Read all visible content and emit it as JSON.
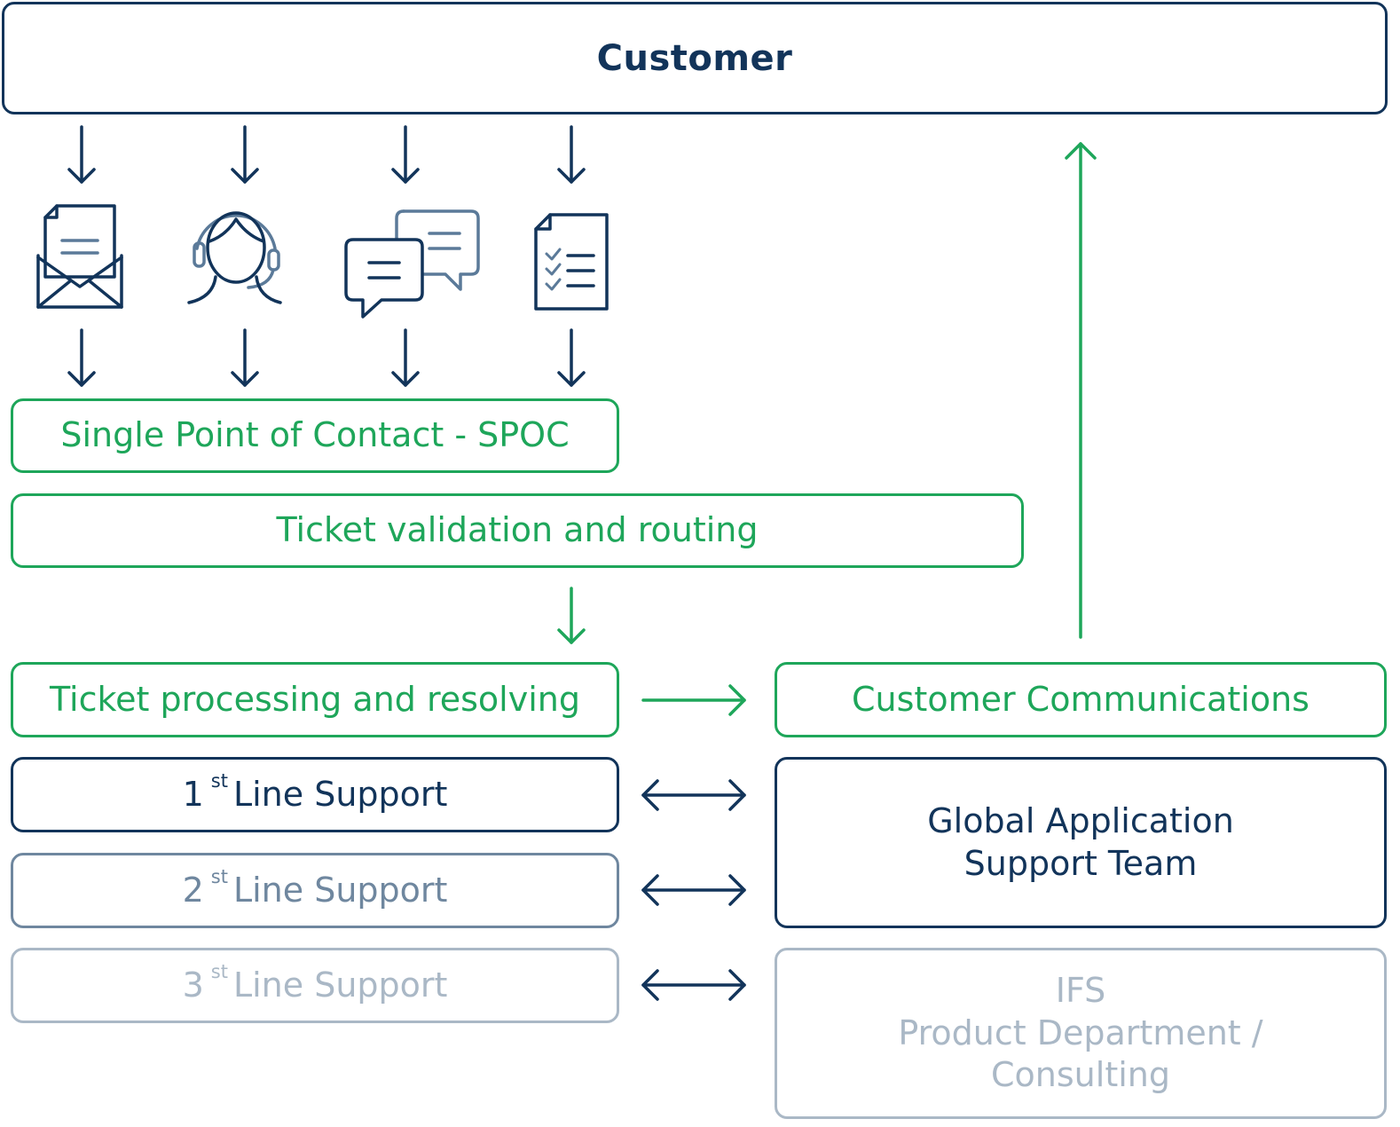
{
  "customer": {
    "title": "Customer"
  },
  "channels": [
    {
      "icon": "email-envelope-icon"
    },
    {
      "icon": "headset-agent-icon"
    },
    {
      "icon": "chat-bubbles-icon"
    },
    {
      "icon": "checklist-form-icon"
    }
  ],
  "spoc": {
    "label": "Single Point of Contact - SPOC"
  },
  "validation": {
    "label": "Ticket validation and routing"
  },
  "processing": {
    "label": "Ticket processing and resolving"
  },
  "communications": {
    "label": "Customer Communications"
  },
  "support_lines": [
    {
      "number": "1",
      "suffix": "st",
      "label": "Line Support"
    },
    {
      "number": "2",
      "suffix": "st",
      "label": "Line Support"
    },
    {
      "number": "3",
      "suffix": "st",
      "label": "Line Support"
    }
  ],
  "global_team": {
    "line1": "Global Application",
    "line2": "Support Team"
  },
  "ifs": {
    "line1": "IFS",
    "line2": "Product Department /",
    "line3": "Consulting"
  },
  "colors": {
    "navy": "#12345a",
    "green": "#1ea65a",
    "steel": "#6f879f",
    "light": "#aab8c6"
  }
}
